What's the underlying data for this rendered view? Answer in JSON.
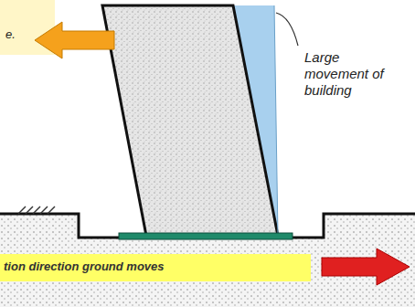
{
  "diagram": {
    "labels": [
      "e.",
      "Large movement of building",
      "tion direction ground moves"
    ]
  }
}
